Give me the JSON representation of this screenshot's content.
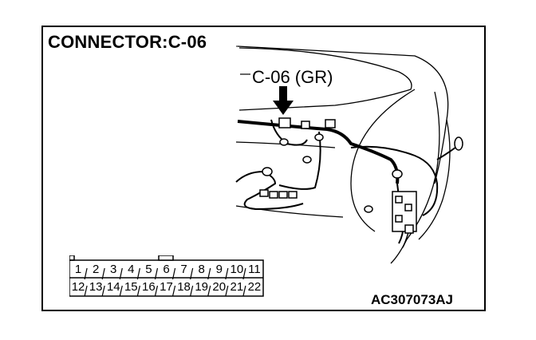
{
  "diagram": {
    "title": "CONNECTOR:C-06",
    "callout_label": "C-06 (GR)",
    "figure_id": "AC307073AJ"
  },
  "connector": {
    "row1": [
      "1",
      "2",
      "3",
      "4",
      "5",
      "6",
      "7",
      "8",
      "9",
      "10",
      "11"
    ],
    "row2": [
      "12",
      "13",
      "14",
      "15",
      "16",
      "17",
      "18",
      "19",
      "20",
      "21",
      "22"
    ]
  }
}
